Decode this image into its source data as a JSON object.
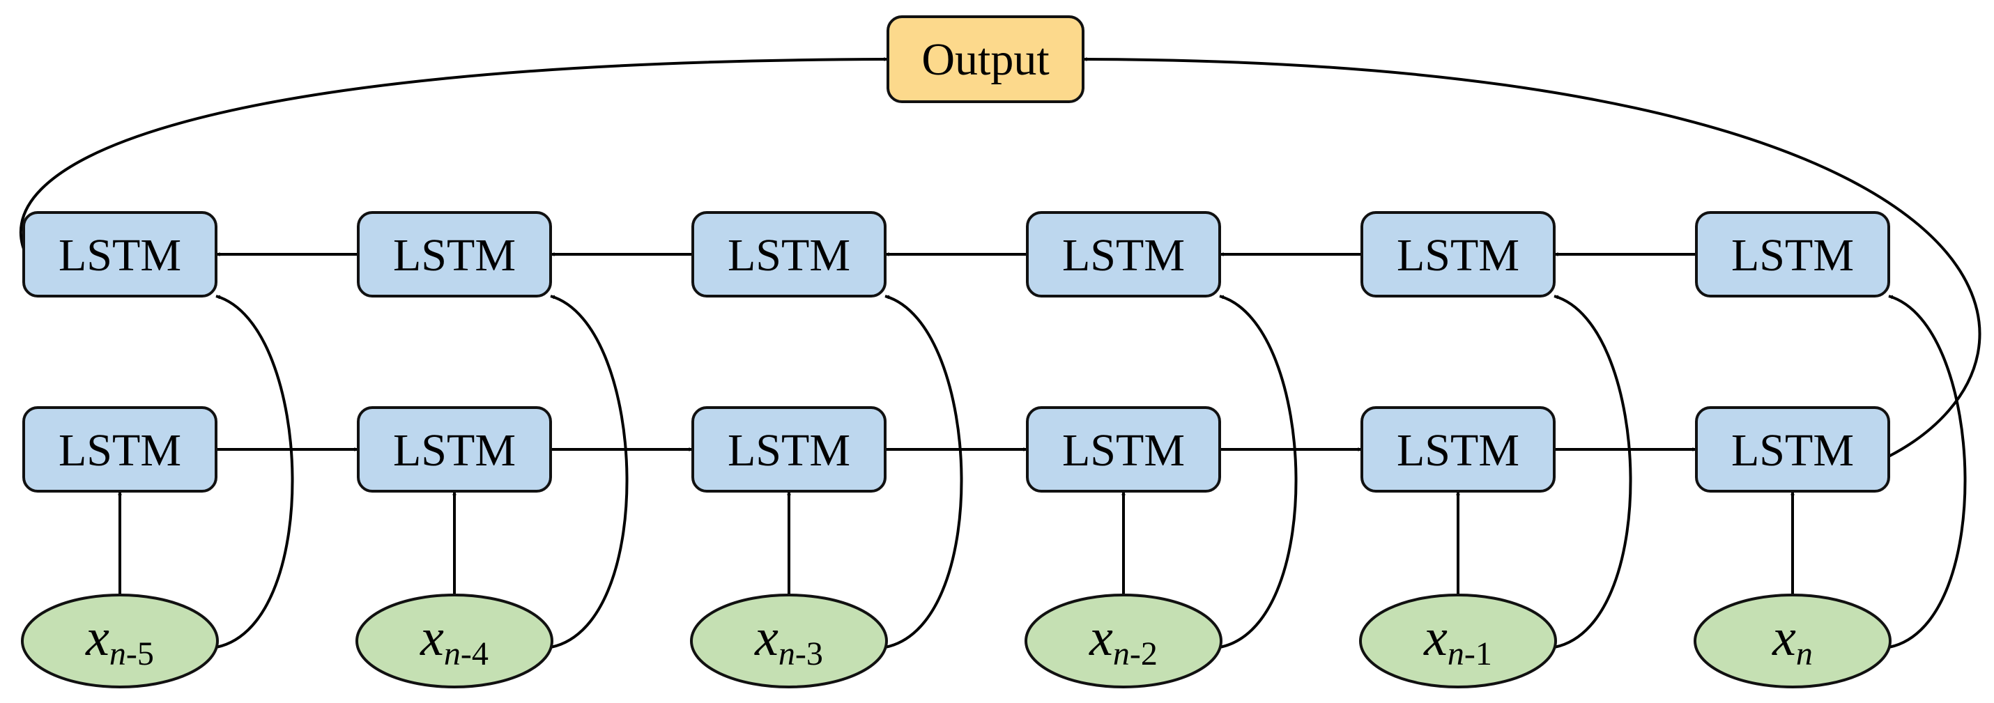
{
  "output": {
    "label": "Output"
  },
  "backward_layer": [
    {
      "label": "LSTM"
    },
    {
      "label": "LSTM"
    },
    {
      "label": "LSTM"
    },
    {
      "label": "LSTM"
    },
    {
      "label": "LSTM"
    },
    {
      "label": "LSTM"
    }
  ],
  "forward_layer": [
    {
      "label": "LSTM"
    },
    {
      "label": "LSTM"
    },
    {
      "label": "LSTM"
    },
    {
      "label": "LSTM"
    },
    {
      "label": "LSTM"
    },
    {
      "label": "LSTM"
    }
  ],
  "inputs": [
    {
      "base": "x",
      "sub_var": "n",
      "sub_rest": "-5"
    },
    {
      "base": "x",
      "sub_var": "n",
      "sub_rest": "-4"
    },
    {
      "base": "x",
      "sub_var": "n",
      "sub_rest": "-3"
    },
    {
      "base": "x",
      "sub_var": "n",
      "sub_rest": "-2"
    },
    {
      "base": "x",
      "sub_var": "n",
      "sub_rest": "-1"
    },
    {
      "base": "x",
      "sub_var": "n",
      "sub_rest": ""
    }
  ],
  "colors": {
    "lstm_fill": "#bdd7ee",
    "output_fill": "#fcd98c",
    "input_fill": "#c5e0b3",
    "stroke": "#111111"
  }
}
